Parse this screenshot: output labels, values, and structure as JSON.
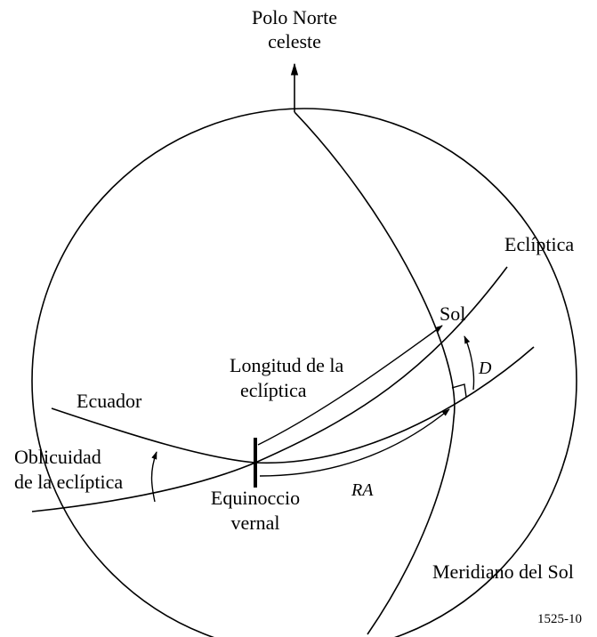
{
  "diagram": {
    "north_pole_label_line1": "Polo Norte",
    "north_pole_label_line2": "celeste",
    "ecliptic_label": "Eclíptica",
    "sun_label": "Sol",
    "declination_label": "D",
    "ecliptic_longitude_line1": "Longitud de la",
    "ecliptic_longitude_line2": "eclíptica",
    "equator_label": "Ecuador",
    "obliquity_line1": "Oblicuidad",
    "obliquity_line2": "de la eclíptica",
    "right_ascension_label": "RA",
    "equinox_line1": "Equinoccio",
    "equinox_line2": "vernal",
    "sun_meridian_label": "Meridiano del Sol",
    "figure_number": "1525-10"
  }
}
